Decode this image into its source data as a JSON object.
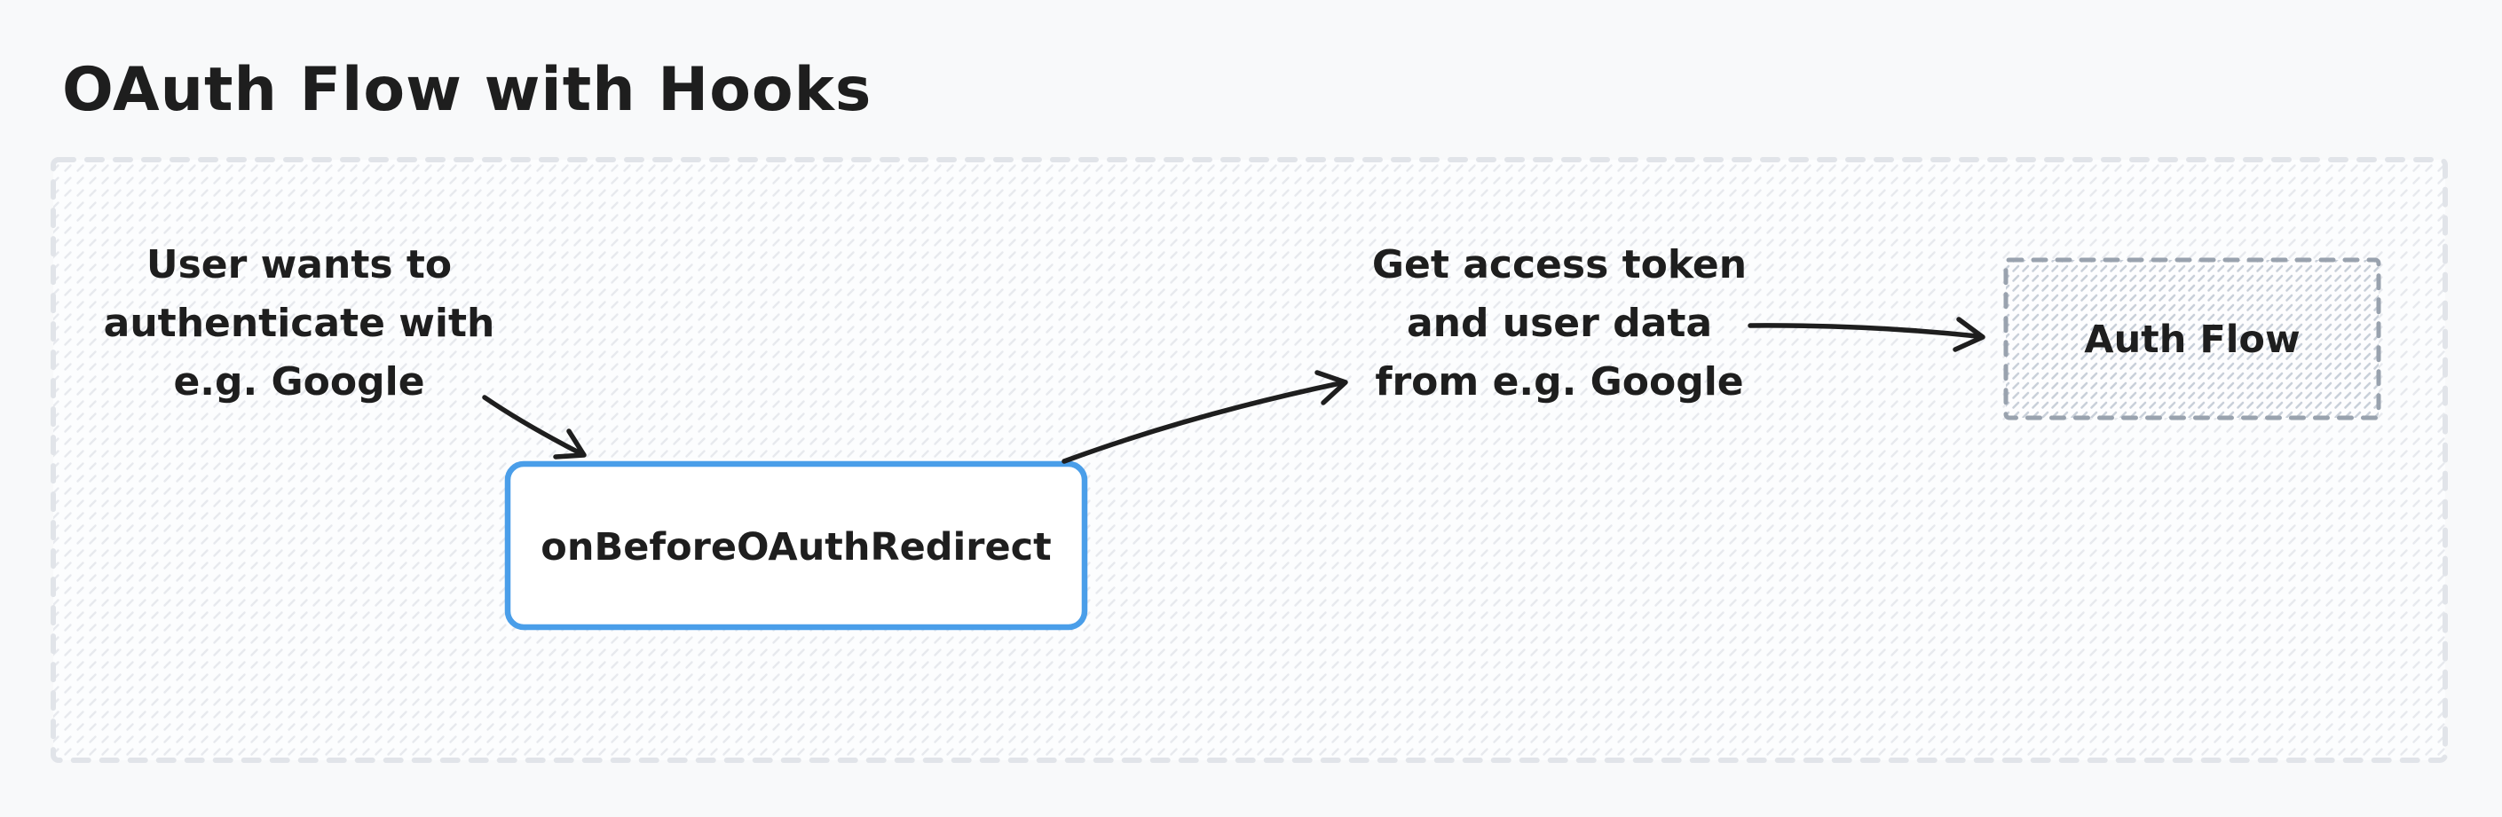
{
  "title": "OAuth Flow with Hooks",
  "notes": {
    "user_authenticate": "User wants to\nauthenticate with\ne.g. Google",
    "get_token": "Get access token\nand user data\nfrom e.g. Google"
  },
  "boxes": {
    "hook": "onBeforeOAuthRedirect",
    "auth_flow": "Auth Flow"
  },
  "colors": {
    "page_bg": "#f8f9fa",
    "ink": "#1e1e1e",
    "accent_blue": "#4a9ee9",
    "container_dash": "#e1e4e9",
    "auth_dash": "#99a2ae"
  }
}
